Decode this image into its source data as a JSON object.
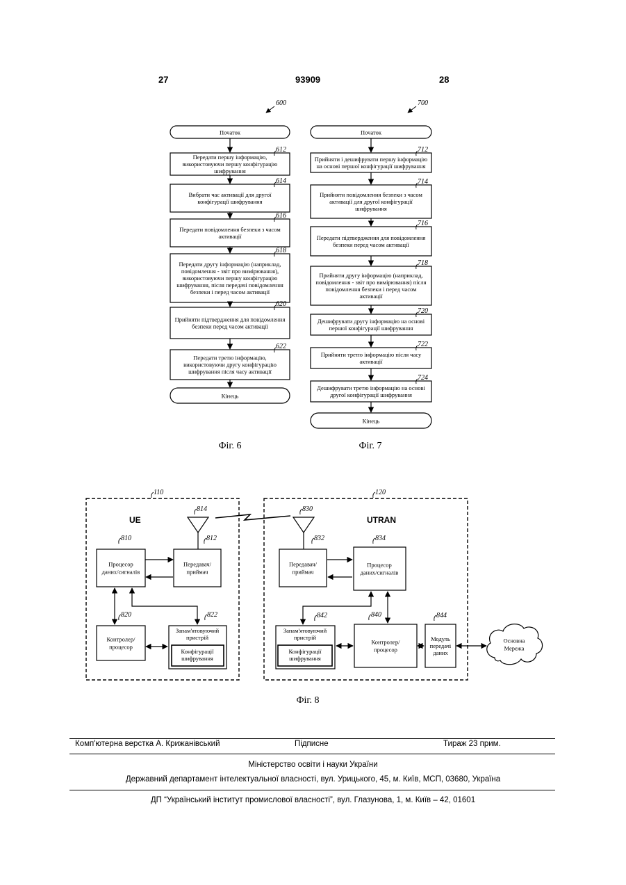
{
  "header": {
    "page_left": "27",
    "patent_number": "93909",
    "page_right": "28"
  },
  "fig6": {
    "ref": "600",
    "start": "Початок",
    "steps": [
      {
        "ref": "612",
        "lines": [
          "Передати першу інформацію,",
          "використовуючи першу конфігурацію",
          "шифрування"
        ]
      },
      {
        "ref": "614",
        "lines": [
          "Вибрати час активації для другої",
          "конфігурації шифрування"
        ]
      },
      {
        "ref": "616",
        "lines": [
          "Передати повідомлення безпеки з часом",
          "активації"
        ]
      },
      {
        "ref": "618",
        "lines": [
          "Передати другу інформацію (наприклад,",
          "повідомлення - звіт про вимірювання),",
          "використовуючи першу конфігурацію",
          "шифрування, після передачі повідомлення",
          "безпеки і перед часом активації"
        ]
      },
      {
        "ref": "620",
        "lines": [
          "Прийняти підтвердження для повідомлення",
          "безпеки перед часом активації"
        ]
      },
      {
        "ref": "622",
        "lines": [
          "Передати третю інформацію,",
          "використовуючи другу конфігурацію",
          "шифрування після часу активації"
        ]
      }
    ],
    "end": "Кінець",
    "caption": "Фіг. 6"
  },
  "fig7": {
    "ref": "700",
    "start": "Початок",
    "steps": [
      {
        "ref": "712",
        "lines": [
          "Прийняти і дешифрувати першу інформацію",
          "на основі першої конфігурації шифрування"
        ]
      },
      {
        "ref": "714",
        "lines": [
          "Прийняти повідомлення безпеки з часом",
          "активації для другої конфігурації",
          "шифрування"
        ]
      },
      {
        "ref": "716",
        "lines": [
          "Передати підтвердження для повідомлення",
          "безпеки перед часом активації"
        ]
      },
      {
        "ref": "718",
        "lines": [
          "Прийняти другу інформацію (наприклад,",
          "повідомлення - звіт про вимірювання) після",
          "повідомлення безпеки і перед часом",
          "активації"
        ]
      },
      {
        "ref": "720",
        "lines": [
          "Дешифрувати другу інформацію на основі",
          "першої конфігурації шифрування"
        ]
      },
      {
        "ref": "722",
        "lines": [
          "Прийняти третю інформацію після часу",
          "активації"
        ]
      },
      {
        "ref": "724",
        "lines": [
          "Дешифрувати третю інформацію на основі",
          "другої конфігурації шифрування"
        ]
      }
    ],
    "end": "Кінець",
    "caption": "Фіг. 7"
  },
  "fig8": {
    "ue": {
      "ref": "110",
      "title": "UE"
    },
    "utran": {
      "ref": "120",
      "title": "UTRAN"
    },
    "antenna_ue_ref": "814",
    "antenna_utran_ref": "830",
    "ue_processor": {
      "ref": "810",
      "lines": [
        "Процесор",
        "даних/сигналів"
      ]
    },
    "ue_transceiver": {
      "ref": "812",
      "lines": [
        "Передавач/",
        "приймач"
      ]
    },
    "ue_controller": {
      "ref": "820",
      "lines": [
        "Контролер/",
        "процесор"
      ]
    },
    "ue_memory": {
      "ref": "822",
      "lines": [
        "Запам'ятовуючий",
        "пристрій"
      ],
      "inner": [
        "Конфігурації",
        "шифрування"
      ]
    },
    "utran_transceiver": {
      "ref": "832",
      "lines": [
        "Передавач/",
        "приймач"
      ]
    },
    "utran_processor": {
      "ref": "834",
      "lines": [
        "Процесор",
        "даних/сигналів"
      ]
    },
    "utran_memory": {
      "ref": "842",
      "lines": [
        "Запам'ятовуючий",
        "пристрій"
      ],
      "inner": [
        "Конфігурації",
        "шифрування"
      ]
    },
    "utran_controller": {
      "ref": "840",
      "lines": [
        "Контролер/",
        "процесор"
      ]
    },
    "comm_module": {
      "ref": "844",
      "lines": [
        "Модуль",
        "передачі",
        "даних"
      ]
    },
    "core_network": {
      "lines": [
        "Основна",
        "Мережа"
      ]
    },
    "caption": "Фіг. 8"
  },
  "footer": {
    "layout_by": "Комп'ютерна верстка А. Крижанівський",
    "signed": "Підписне",
    "circulation": "Тираж 23 прим.",
    "ministry": "Міністерство освіти і науки України",
    "department": "Державний департамент інтелектуальної власності, вул. Урицького, 45, м. Київ, МСП, 03680, Україна",
    "institute": "ДП “Український інститут промислової власності”, вул. Глазунова, 1, м. Київ – 42, 01601"
  }
}
